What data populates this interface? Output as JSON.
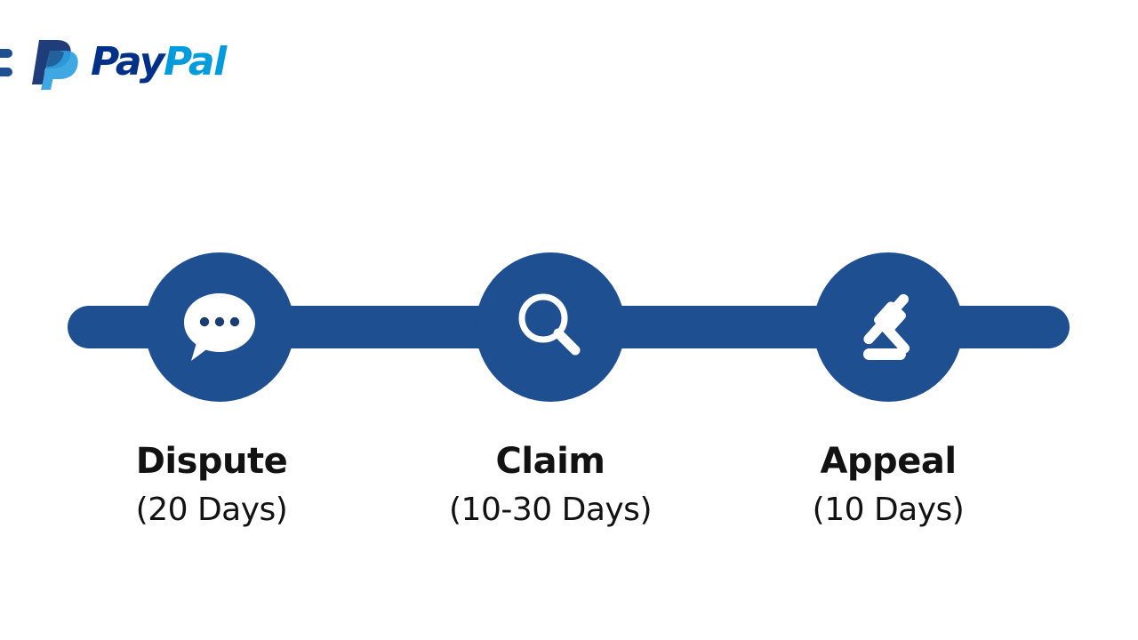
{
  "brand": {
    "menu_icon": "menu-lines-icon",
    "monogram_icon": "paypal-monogram-icon",
    "wordmark_part_one": "Pay",
    "wordmark_part_two": "Pal",
    "colors": {
      "navy": "#003087",
      "light_blue": "#009cde",
      "timeline_blue": "#1d4f91",
      "text": "#121212",
      "background": "#ffffff"
    }
  },
  "timeline": {
    "connector_color": "#1d4f91",
    "stages": [
      {
        "id": "dispute",
        "icon": "speech-bubble-ellipsis-icon",
        "title": "Dispute",
        "duration": "(20 Days)"
      },
      {
        "id": "claim",
        "icon": "magnifying-glass-icon",
        "title": "Claim",
        "duration": "(10-30 Days)"
      },
      {
        "id": "appeal",
        "icon": "gavel-icon",
        "title": "Appeal",
        "duration": "(10 Days)"
      }
    ]
  }
}
